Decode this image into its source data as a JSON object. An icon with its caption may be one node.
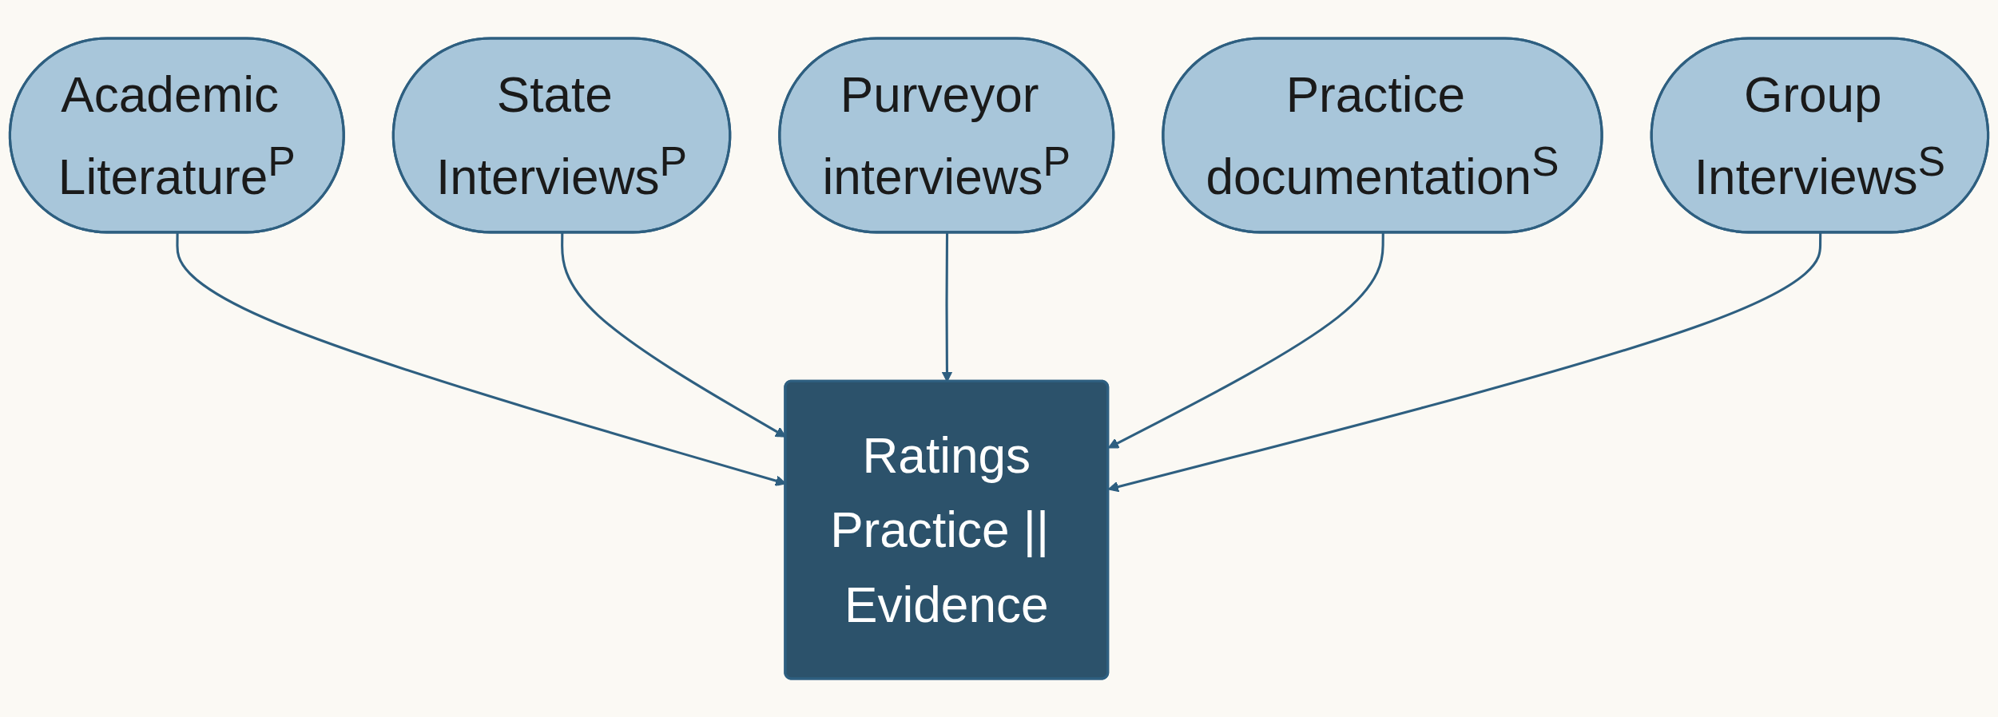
{
  "diagram": {
    "nodes": [
      {
        "text": [
          "Academic Literature$^{P}$"
        ]
      },
      {
        "text": [
          "State Interviews$^{P}$"
        ]
      },
      {
        "text": [
          "Purveyor interviews$^{P}$"
        ]
      },
      {
        "text": [
          "Practice documentation$^{S}$"
        ]
      },
      {
        "text": [
          "Group Interviews$^{S}$"
        ]
      },
      {
        "text": [
          "Ratings",
          "Practice || Evidence"
        ]
      }
    ],
    "edges": [
      {
        "from": 0,
        "to": 5,
        "arrow": "to"
      },
      {
        "from": 1,
        "to": 5,
        "arrow": "to"
      },
      {
        "from": 2,
        "to": 5,
        "arrow": "to"
      },
      {
        "from": 3,
        "to": 5,
        "arrow": "to"
      },
      {
        "from": 4,
        "to": 5,
        "arrow": "to"
      }
    ]
  }
}
